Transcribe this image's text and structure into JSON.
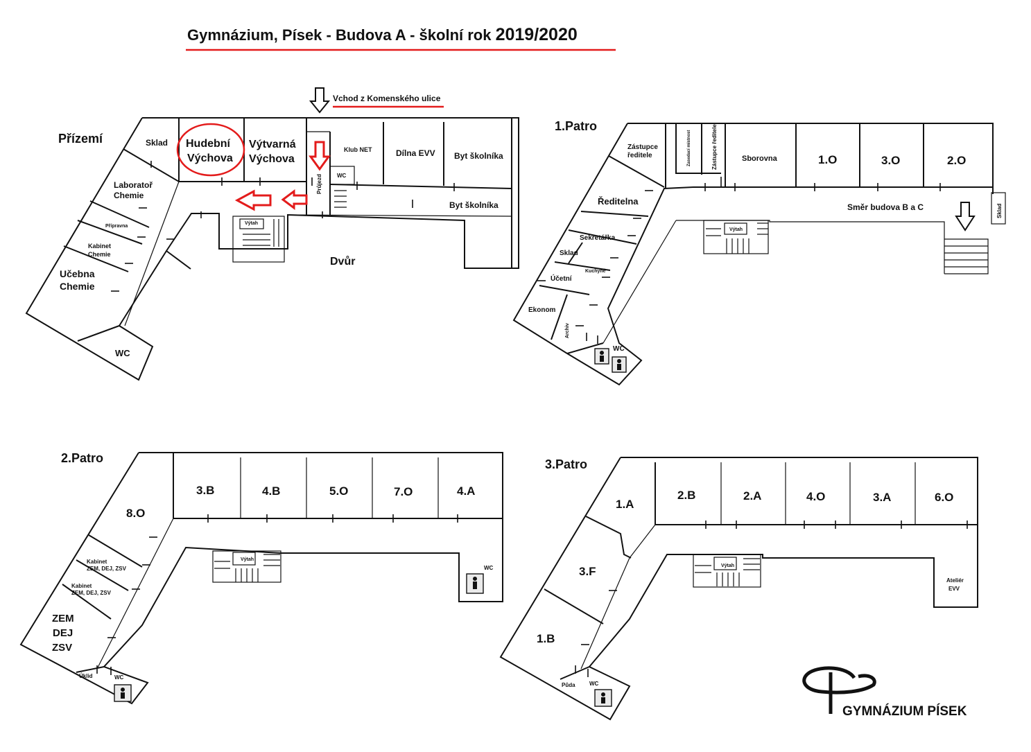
{
  "title": {
    "main": "Gymnázium, Písek - Budova A - školní rok ",
    "year": "2019/2020"
  },
  "entrance": {
    "label": "Vchod z Komenského ulice"
  },
  "logo": {
    "text": "GYMNÁZIUM PÍSEK"
  },
  "colors": {
    "highlight": "#e31b1b",
    "ink": "#111111",
    "background": "#ffffff"
  },
  "floors": {
    "ground": {
      "label": "Přízemí",
      "rooms": {
        "sklad": "Sklad",
        "hudebni_1": "Hudební",
        "hudebni_2": "Výchova",
        "vytvarna_1": "Výtvarná",
        "vytvarna_2": "Výchova",
        "prujezd": "Průjezd",
        "klub": "Klub NET",
        "wc_top": "WC",
        "dilna": "Dílna EVV",
        "byt1": "Byt školníka",
        "byt2": "Byt školníka",
        "lab_1": "Laboratoř",
        "lab_2": "Chemie",
        "pripravna": "Přípravna",
        "kab_1": "Kabinet",
        "kab_2": "Chemie",
        "ucebna_1": "Učebna",
        "ucebna_2": "Chemie",
        "wc": "WC",
        "vytah": "Výtah",
        "dvur": "Dvůr"
      }
    },
    "first": {
      "label": "1.Patro",
      "rooms": {
        "zastupce_1": "Zástupce",
        "zastupce_2": "ředitele",
        "zastupce_mist": "Zasedací místnost",
        "zastupce_red": "Zástupce ředitele",
        "sborovna": "Sborovna",
        "r1o": "1.O",
        "r3o": "3.O",
        "r2o": "2.O",
        "reditelna": "Ředitelna",
        "sekretarka": "Sekretářka",
        "sklad": "Sklad",
        "kuchyne": "Kuchyně",
        "ucetni": "Účetní",
        "ekonom": "Ekonom",
        "archiv": "Archiv",
        "wc": "WC",
        "vytah": "Výtah",
        "smer": "Směr budova B a C",
        "sklad_side": "Sklad"
      }
    },
    "second": {
      "label": "2.Patro",
      "rooms": {
        "r3b": "3.B",
        "r4b": "4.B",
        "r5o": "5.O",
        "r7o": "7.O",
        "r4a": "4.A",
        "r8o": "8.O",
        "kab1_1": "Kabinet",
        "kab1_2": "ZEM, DEJ, ZSV",
        "kab2_1": "Kabinet",
        "kab2_2": "ZEM, DEJ, ZSV",
        "zem": "ZEM",
        "dej": "DEJ",
        "zsv": "ZSV",
        "uklid": "Úklid",
        "wc": "WC",
        "wc_right": "WC",
        "vytah": "Výtah"
      }
    },
    "third": {
      "label": "3.Patro",
      "rooms": {
        "r1a": "1.A",
        "r2b": "2.B",
        "r2a": "2.A",
        "r4o": "4.O",
        "r3a": "3.A",
        "r6o": "6.O",
        "r3f": "3.F",
        "r1b": "1.B",
        "puda": "Půda",
        "wc": "WC",
        "vytah": "Výtah",
        "atelier_1": "Ateliér",
        "atelier_2": "EVV"
      }
    }
  }
}
